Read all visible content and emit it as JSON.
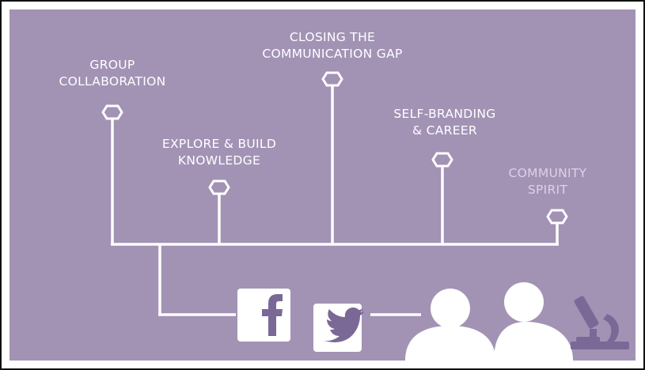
{
  "labels": {
    "group_collaboration": [
      "GROUP",
      "COLLABORATION"
    ],
    "closing_gap": [
      "CLOSING THE",
      "COMMUNICATION GAP"
    ],
    "explore_build": [
      "EXPLORE & BUILD",
      "KNOWLEDGE"
    ],
    "self_branding": [
      "SELF-BRANDING",
      "& CAREER"
    ],
    "community_spirit": [
      "COMMUNITY",
      "SPIRIT"
    ]
  },
  "icons": {
    "facebook": "facebook-icon",
    "twitter": "twitter-icon",
    "people": "people-icon",
    "microscope": "microscope-icon"
  },
  "colors": {
    "background": "#a293b5",
    "lines": "#ffffff",
    "accent_purple": "#7a6996",
    "community_label": "#dcd3e6"
  }
}
